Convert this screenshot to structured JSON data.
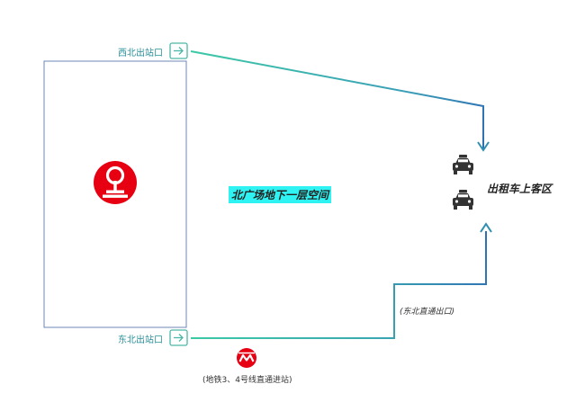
{
  "labels": {
    "northwest_exit": "西北出站口",
    "northeast_exit": "东北出站口",
    "area_title": "北广场地下一层空间",
    "taxi_zone": "出租车上客区",
    "direct_exit": "(东北直通出口)",
    "metro_note": "(地铁3、4号线直通进站)"
  },
  "icons": {
    "railway_logo": "china-railway-logo",
    "metro_logo": "shanghai-metro-logo",
    "taxi": "taxi-icon",
    "exit": "exit-arrow-icon"
  },
  "colors": {
    "railway_red": "#e60012",
    "metro_red": "#e60012",
    "path_start": "#3cc9a6",
    "path_end": "#2f6fb5",
    "exit_box": "#4cb7a8",
    "highlight": "#2ff2f2",
    "building_outline": "#6c87b6"
  }
}
